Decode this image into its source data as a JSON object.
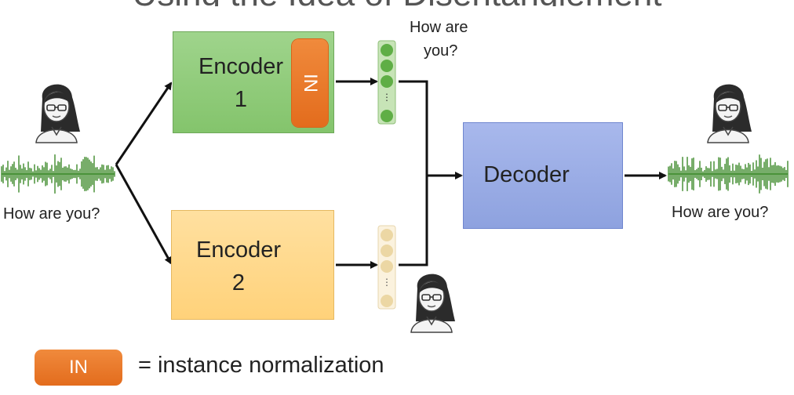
{
  "title_partial": "Using the Idea of Disentanglement",
  "input_caption": "How are you?",
  "output_caption": "How are you?",
  "encoder1": {
    "label_line1": "Encoder",
    "label_line2": "1",
    "badge": "IN"
  },
  "encoder2": {
    "label_line1": "Encoder",
    "label_line2": "2"
  },
  "decoder": {
    "label": "Decoder"
  },
  "content_annotation": {
    "line1": "How are",
    "line2": "you?"
  },
  "legend": {
    "badge": "IN",
    "text": "= instance normalization"
  },
  "colors": {
    "encoder1": "#8fcb78",
    "encoder2": "#ffd98a",
    "decoder": "#9aaee6",
    "in_badge": "#ea7a2c",
    "waveform": "#3d8a2a",
    "content_vector": "#5fae46",
    "speaker_vector": "#ecd7a4",
    "pointer": "#e01010"
  },
  "icons": [
    "speaker-person-icon",
    "waveform-icon",
    "laser-pointer-icon"
  ]
}
